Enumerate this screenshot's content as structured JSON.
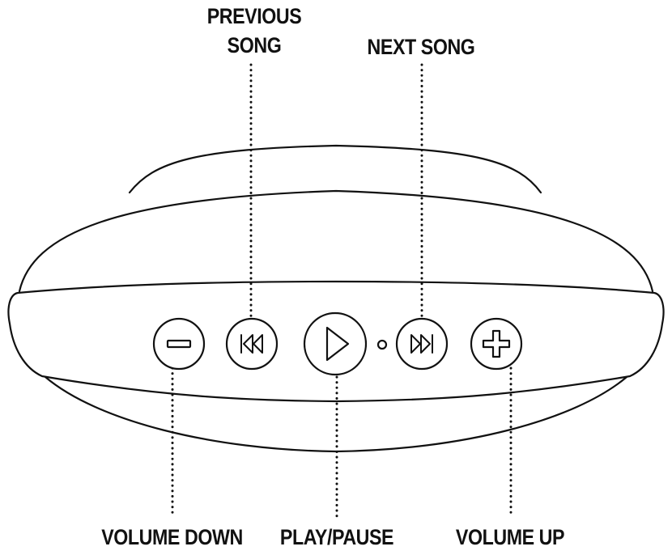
{
  "labels": {
    "previous_song": {
      "line1": "PREVIOUS",
      "line2": "SONG"
    },
    "next_song": "NEXT SONG",
    "volume_down": "VOLUME DOWN",
    "play_pause": "PLAY/PAUSE",
    "volume_up": "VOLUME UP"
  },
  "buttons": [
    {
      "name": "volume-down-button",
      "icon": "minus-icon"
    },
    {
      "name": "previous-song-button",
      "icon": "skip-back-icon"
    },
    {
      "name": "play-pause-button",
      "icon": "play-icon"
    },
    {
      "name": "next-song-button",
      "icon": "skip-forward-icon"
    },
    {
      "name": "volume-up-button",
      "icon": "plus-icon"
    }
  ],
  "colors": {
    "stroke": "#111111",
    "background": "#ffffff"
  }
}
